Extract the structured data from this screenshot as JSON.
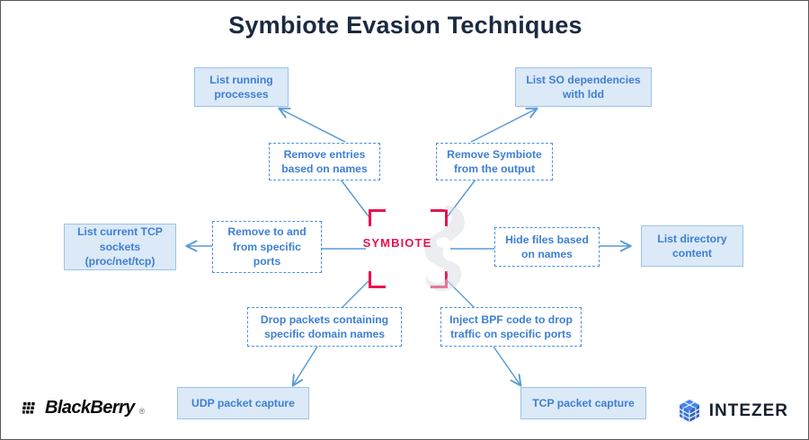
{
  "title": "Symbiote Evasion Techniques",
  "center": {
    "label": "SYMBIOTE",
    "accent_color": "#e8134e",
    "watermark_icon": "symbiote-creature-icon"
  },
  "colors": {
    "node_fill": "#dce9f7",
    "node_border": "#9cc3e8",
    "dashed_border": "#4a90e2",
    "text_blue": "#3d7fd4",
    "title_navy": "#1b2a41",
    "accent_pink": "#e8134e",
    "connector": "#5b9bd5"
  },
  "nodes": {
    "inner": [
      {
        "id": "remove-entries-based-on-names",
        "label": "Remove entries based on names"
      },
      {
        "id": "remove-symbiote-from-the-output",
        "label": "Remove Symbiote from the output"
      },
      {
        "id": "remove-to-and-from-specific-ports",
        "label": "Remove to and from specific ports"
      },
      {
        "id": "hide-files-based-on-names",
        "label": "Hide files based on names"
      },
      {
        "id": "drop-packets-containing-specific-domain-names",
        "label": "Drop packets containing specific domain names"
      },
      {
        "id": "inject-bpf-code-to-drop-traffic-on-specific-ports",
        "label": "Inject BPF code to drop traffic on specific ports"
      }
    ],
    "outer": [
      {
        "id": "list-running-processes",
        "label": "List running processes"
      },
      {
        "id": "list-so-dependencies-with-ldd",
        "label": "List SO dependencies with ldd"
      },
      {
        "id": "list-current-tcp-sockets",
        "label": "List current TCP sockets (proc/net/tcp)"
      },
      {
        "id": "list-directory-content",
        "label": "List directory content"
      },
      {
        "id": "udp-packet-capture",
        "label": "UDP packet capture"
      },
      {
        "id": "tcp-packet-capture",
        "label": "TCP packet capture"
      }
    ]
  },
  "logos": {
    "blackberry": {
      "name": "BlackBerry",
      "registered": "®",
      "icon": "blackberry-dots-icon"
    },
    "intezer": {
      "name": "INTEZER",
      "icon": "intezer-cube-icon"
    }
  }
}
